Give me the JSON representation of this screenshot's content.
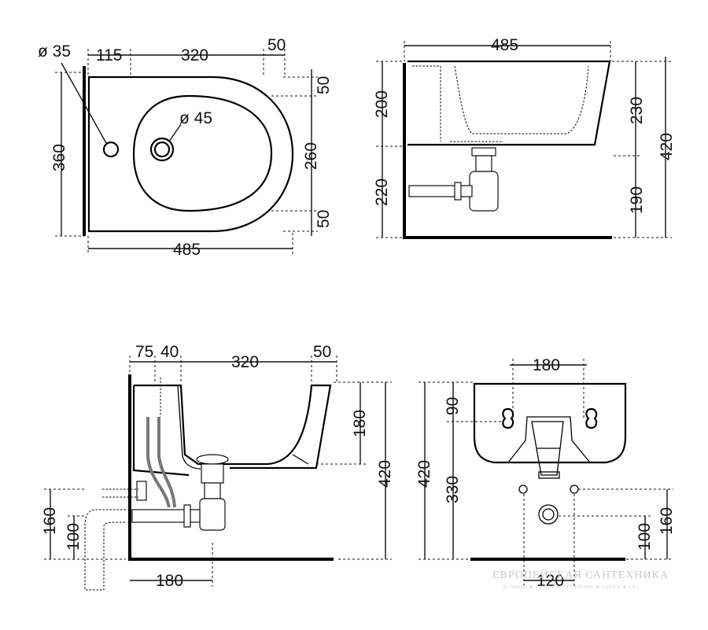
{
  "colors": {
    "line": "#000000",
    "pipe_fill": "#777777",
    "watermark": "#c8c8c8"
  },
  "top_view": {
    "dim_hole_left": "ø 35",
    "dim_left_offset": "115",
    "dim_bowl_length": "320",
    "dim_right_offset": "50",
    "dim_hole_center": "ø 45",
    "dim_height": "360",
    "dim_right_top": "50",
    "dim_right_mid": "260",
    "dim_right_bottom": "50",
    "dim_total_length": "485"
  },
  "side_view": {
    "dim_total_length": "485",
    "dim_left_upper": "200",
    "dim_left_lower": "220",
    "dim_right_upper": "230",
    "dim_right_lower": "190",
    "dim_right_total": "420"
  },
  "section_view": {
    "dim_top_a": "75",
    "dim_top_b": "40",
    "dim_top_c": "320",
    "dim_top_d": "50",
    "dim_right_180": "180",
    "dim_right_420": "420",
    "dim_left_160": "160",
    "dim_left_100": "100",
    "dim_bottom_180": "180"
  },
  "back_view": {
    "dim_top_180": "180",
    "dim_left_90": "90",
    "dim_left_420": "420",
    "dim_left_330": "330",
    "dim_right_100": "100",
    "dim_right_160": "160",
    "dim_bottom_120": "120"
  },
  "watermark": {
    "brand": "ЕВРОПЕЙСКАЯ САНТЕХНИКА",
    "tagline": "КАМИНЫ ★ САУНЫ ★ ОТОПЛЕНИЕ ★ САУНЫ ★ СПА"
  }
}
